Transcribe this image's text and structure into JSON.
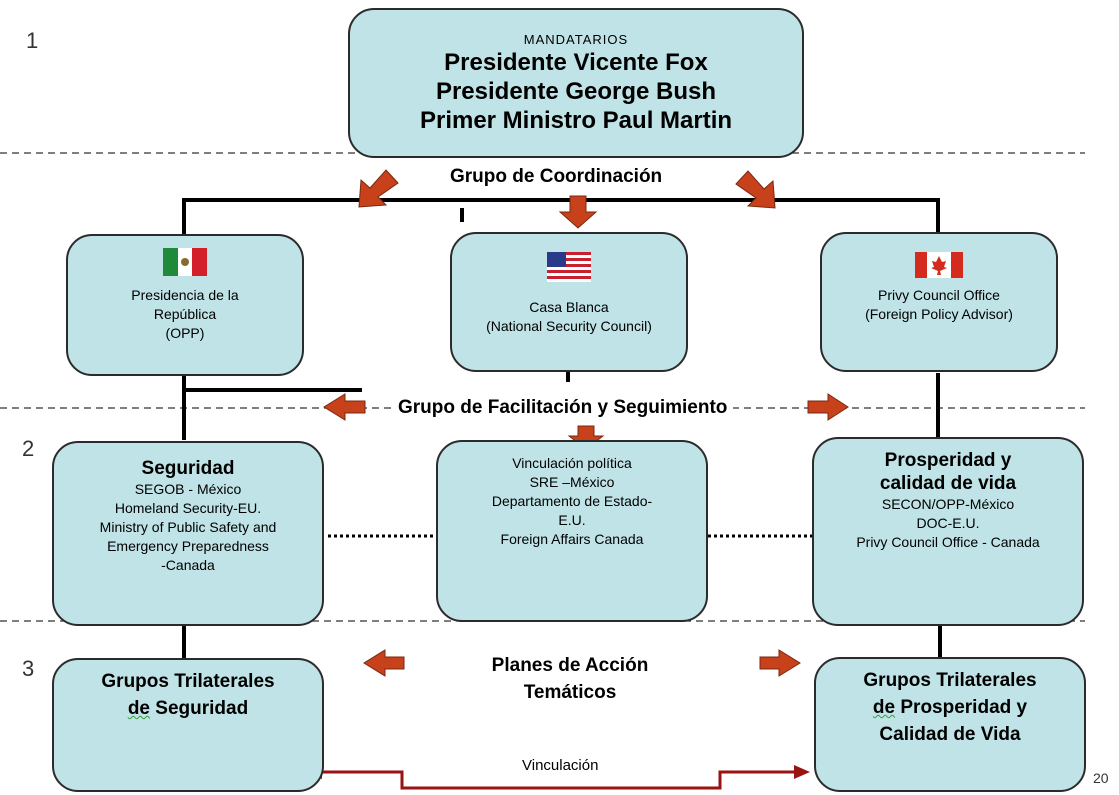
{
  "level_numbers": [
    "1",
    "2",
    "3"
  ],
  "page_number": "20",
  "mandatarios": {
    "heading": "MANDATARIOS",
    "lines": [
      "Presidente Vicente Fox",
      "Presidente George Bush",
      "Primer Ministro Paul Martin"
    ]
  },
  "coordination_label": "Grupo de Coordinación",
  "facilitation_label": "Grupo de Facilitación y Seguimiento",
  "mexico_office": {
    "flag": "mexico-flag-icon",
    "lines": [
      "Presidencia de la",
      "República",
      "(OPP)"
    ]
  },
  "us_office": {
    "flag": "usa-flag-icon",
    "lines": [
      "Casa Blanca",
      "(National Security Council)"
    ]
  },
  "canada_office": {
    "flag": "canada-flag-icon",
    "lines": [
      "Privy Council Office",
      "(Foreign Policy Advisor)"
    ]
  },
  "seguridad": {
    "title": "Seguridad",
    "lines": [
      "SEGOB - México",
      "Homeland Security-EU.",
      "Ministry of Public Safety and",
      "Emergency Preparedness",
      "-Canada"
    ]
  },
  "vinculacion_politica": {
    "lines": [
      "Vinculación política",
      "SRE –México",
      "Departamento de Estado-",
      "E.U.",
      "Foreign Affairs Canada"
    ]
  },
  "prosperidad": {
    "title_lines": [
      "Prosperidad y",
      "calidad de vida"
    ],
    "lines": [
      "SECON/OPP-México",
      "DOC-E.U.",
      "Privy Council Office - Canada"
    ]
  },
  "planes": {
    "lines": [
      "Planes de Acción",
      "Temáticos"
    ]
  },
  "grupos_seguridad": {
    "line1": "Grupos Trilaterales",
    "line2_word": "de",
    "line2_rest": " Seguridad"
  },
  "grupos_prosperidad": {
    "line1": "Grupos Trilaterales",
    "line2_word": "de",
    "line2_rest": " Prosperidad y",
    "line3": "Calidad de Vida"
  },
  "vinculacion_label": "Vinculación",
  "colors": {
    "box_fill": "#bfe3e6",
    "arrow": "#c7421b",
    "connector": "#000000",
    "link_line": "#9a1212"
  }
}
